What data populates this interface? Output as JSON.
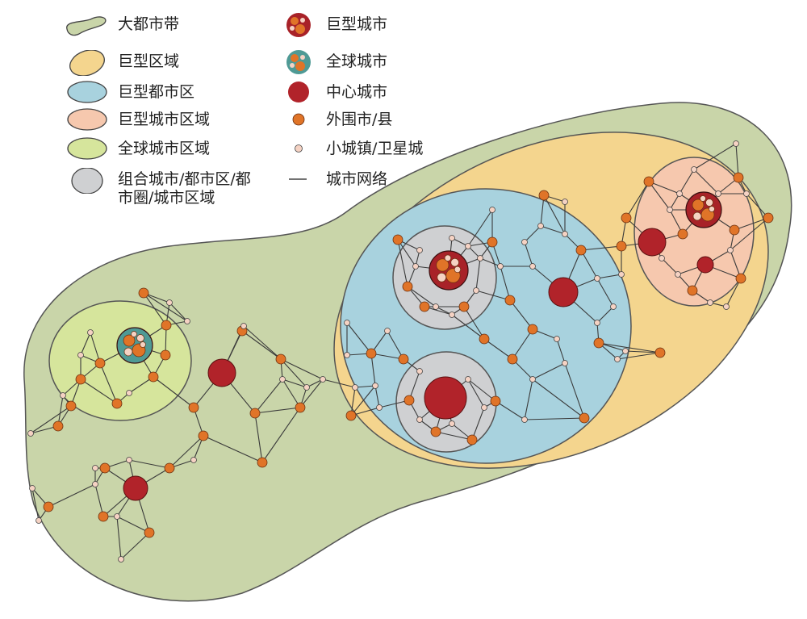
{
  "legend": {
    "items": [
      {
        "key": "belt",
        "label": "大都市带",
        "color": "#c9d5a9"
      },
      {
        "key": "mega_region",
        "label": "巨型区域",
        "color": "#f4d58e"
      },
      {
        "key": "mega_metro",
        "label": "巨型都市区",
        "color": "#a8d2de"
      },
      {
        "key": "mega_city_region",
        "label": "巨型城市区域",
        "color": "#f6c8ae"
      },
      {
        "key": "global_city_region",
        "label": "全球城市区域",
        "color": "#d6e59c"
      },
      {
        "key": "combined",
        "label": "组合城市/都市区/都\n市圈/城市区域",
        "color": "#cfd0d2"
      },
      {
        "key": "megacity",
        "label": "巨型城市",
        "color": "#a82228"
      },
      {
        "key": "global_city",
        "label": "全球城市",
        "color": "#4f9a95"
      },
      {
        "key": "central_city",
        "label": "中心城市",
        "color": "#b1232a"
      },
      {
        "key": "peripheral",
        "label": "外围市/县",
        "color": "#e07428"
      },
      {
        "key": "small_town",
        "label": "小城镇/卫星城",
        "color": "#f5d2c3"
      },
      {
        "key": "network",
        "label": "城市网络",
        "color": "#444444"
      }
    ]
  }
}
